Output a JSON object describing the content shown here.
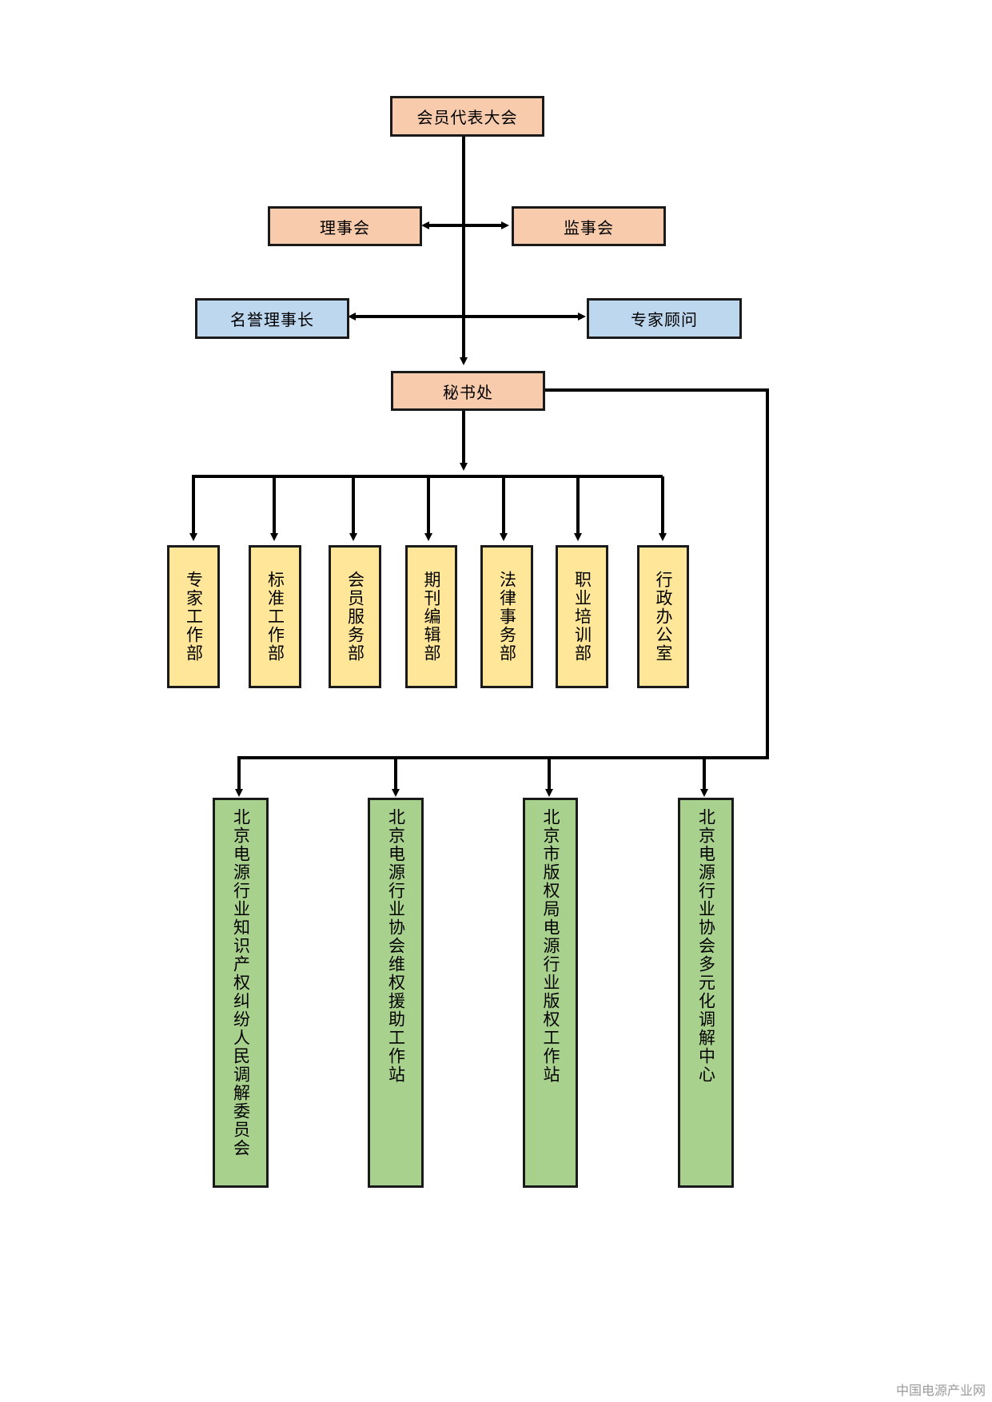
{
  "nodes": {
    "assembly": "会员代表大会",
    "council": "理事会",
    "supervisors": "监事会",
    "honorary_chairman": "名誉理事长",
    "experts": "专家顾问",
    "secretariat": "秘书处"
  },
  "departments": [
    "专家工作部",
    "标准工作部",
    "会员服务部",
    "期刊编辑部",
    "法律事务部",
    "职业培训部",
    "行政办公室"
  ],
  "stations": [
    "北京电源行业知识产权纠纷人民调解委员会",
    "北京电源行业协会维权援助工作站",
    "北京市版权局电源行业版权工作站",
    "北京电源行业协会多元化调解中心"
  ],
  "colors": {
    "top": "#f8cbad",
    "advisory": "#bdd7ee",
    "department": "#ffe699",
    "station": "#a9d18e",
    "line": "#000000"
  },
  "watermark": "中国电源产业网"
}
